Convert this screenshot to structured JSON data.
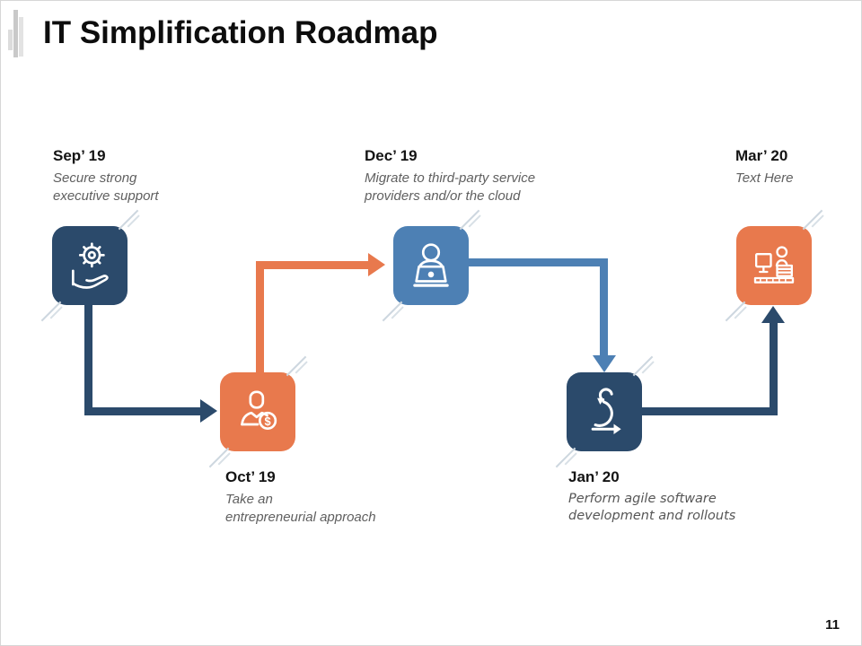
{
  "slide": {
    "title": "IT Simplification Roadmap",
    "page_number": "11"
  },
  "colors": {
    "dark_navy": "#2b4a6b",
    "orange": "#e8794d",
    "medium_blue": "#4d80b4",
    "date_text": "#141414",
    "description_text": "#606060",
    "corner_slash": "#cdd7df"
  },
  "milestones": [
    {
      "date": "Sep’ 19",
      "description": "Secure strong\nexecutive support",
      "icon": "hand-gear-icon",
      "color": "#2b4a6b",
      "row": "top"
    },
    {
      "date": "Oct’ 19",
      "description": "Take an\nentrepreneurial approach",
      "icon": "person-dollar-icon",
      "color": "#e8794d",
      "row": "bottom"
    },
    {
      "date": "Dec’ 19",
      "description": "Migrate to third-party service\nproviders and/or the cloud",
      "icon": "person-laptop-icon",
      "color": "#4d80b4",
      "row": "top"
    },
    {
      "date": "Jan’ 20",
      "description": "Perform agile software\ndevelopment and rollouts",
      "icon": "agile-sprint-icon",
      "color": "#2b4a6b",
      "row": "bottom"
    },
    {
      "date": "Mar’ 20",
      "description": "Text Here",
      "icon": "workstation-icon",
      "color": "#e8794d",
      "row": "top"
    }
  ],
  "connectors": [
    {
      "from": "Sep’ 19",
      "to": "Oct’ 19",
      "color": "#2b4a6b",
      "direction": "down-right"
    },
    {
      "from": "Oct’ 19",
      "to": "Dec’ 19",
      "color": "#e8794d",
      "direction": "up-right"
    },
    {
      "from": "Dec’ 19",
      "to": "Jan’ 20",
      "color": "#4d80b4",
      "direction": "right-down"
    },
    {
      "from": "Jan’ 20",
      "to": "Mar’ 20",
      "color": "#2b4a6b",
      "direction": "right-up"
    }
  ]
}
